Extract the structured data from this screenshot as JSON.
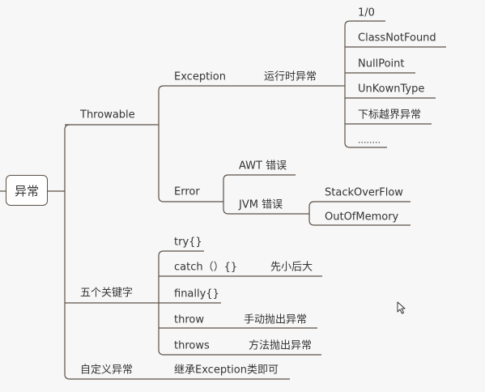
{
  "mindmap": {
    "root": "异常",
    "branches": {
      "throwable": {
        "label": "Throwable",
        "exception": {
          "label": "Exception",
          "runtime": {
            "label": "运行时异常",
            "items": [
              "1/0",
              "ClassNotFound",
              "NullPoint",
              "UnKownType",
              "下标越界异常",
              "........"
            ]
          }
        },
        "error": {
          "label": "Error",
          "awt": "AWT 错误",
          "jvm": {
            "label": "JVM 错误",
            "items": [
              "StackOverFlow",
              "OutOfMemory"
            ]
          }
        }
      },
      "keywords": {
        "label": "五个关键字",
        "try": "try{}",
        "catch": {
          "label": "catch（）{}",
          "note": "先小后大"
        },
        "finally": "finally{}",
        "throw": {
          "label": "throw",
          "note": "手动抛出异常"
        },
        "throws": {
          "label": "throws",
          "note": "方法抛出异常"
        }
      },
      "custom": {
        "label": "自定义异常",
        "note": "继承Exception类即可"
      }
    }
  },
  "colors": {
    "line": "#5c5147",
    "text": "#333333",
    "background": "#f7f7f7"
  }
}
